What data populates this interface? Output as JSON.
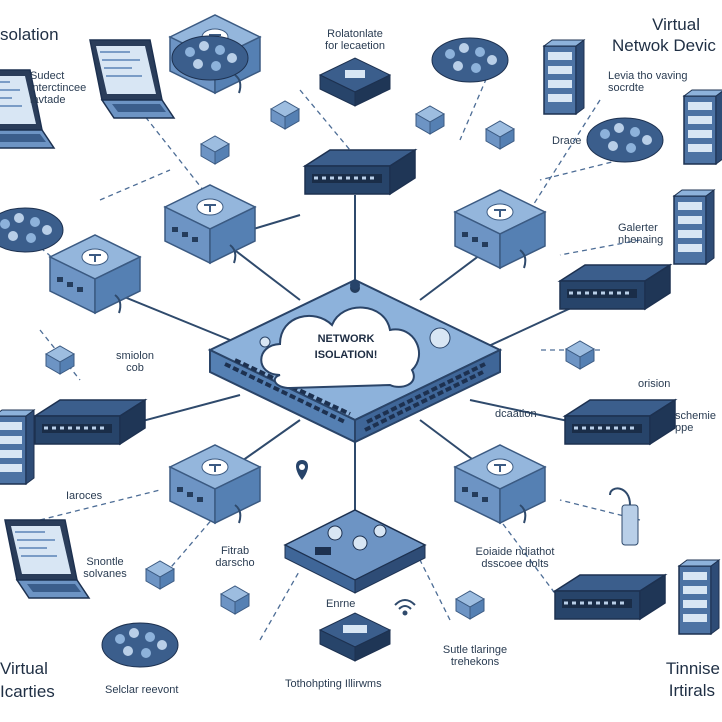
{
  "headings": {
    "top_left": "solation",
    "top_right": [
      "Virtual",
      "Netwok Devic"
    ],
    "bottom_left": [
      "Virtual",
      "Icarties"
    ],
    "bottom_right": [
      "Tinnise",
      "Irtirals"
    ]
  },
  "center_cloud": [
    "NETWORK",
    "ISOLATION!"
  ],
  "labels": [
    [
      "Sudect",
      "interctincee",
      "lavtade"
    ],
    [
      "Rolatonlate",
      "for lecaetion"
    ],
    [
      "Levia tho vaving",
      "socrdte"
    ],
    [
      "Drace"
    ],
    [
      "Galerter",
      "nhenaing"
    ],
    [
      "smiolon",
      "cob"
    ],
    [
      "orision"
    ],
    [
      "Iaroces"
    ],
    [
      "dcaation"
    ],
    [
      "schemie",
      "ppe"
    ],
    [
      "Fitrab",
      "darscho"
    ],
    [
      "Eoiaide ndiathot",
      "dsscoee dolts"
    ],
    [
      "Snontle",
      "solvanes"
    ],
    [
      "Enrne"
    ],
    [
      "Sutle tlaringe",
      "trehekons"
    ],
    [
      "Selclar reevont"
    ],
    [
      "Tothohpting Illirwms"
    ]
  ],
  "colors": {
    "device_fill": "#6d94c4",
    "device_top": "#8db2db",
    "switch_dark": "#27446a",
    "switch_top": "#3b5e8c",
    "line": "#2f4a6c",
    "accent_light": "#b9cfe8"
  }
}
